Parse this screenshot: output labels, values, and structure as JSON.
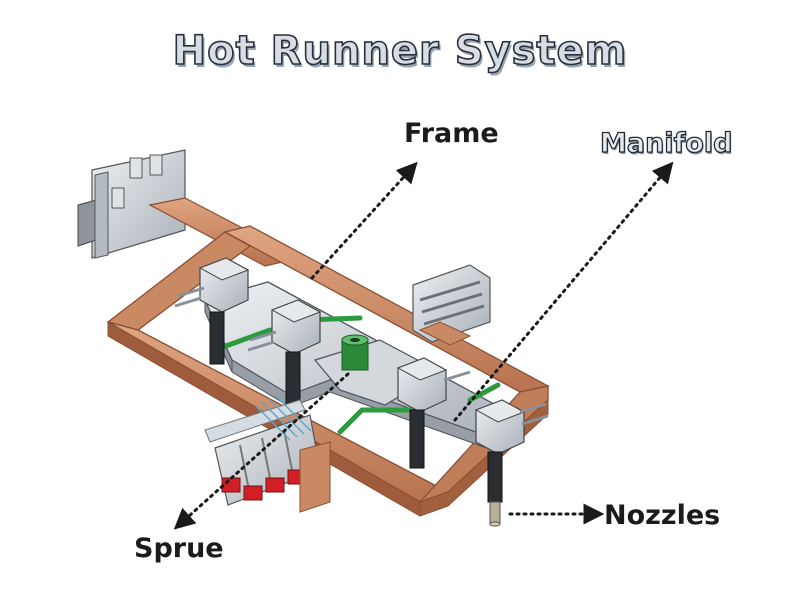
{
  "title": "Hot Runner System",
  "labels": {
    "frame": "Frame",
    "manifold": "Manifold",
    "nozzles": "Nozzles",
    "sprue": "Sprue"
  },
  "colors": {
    "frame_copper": "#c98a63",
    "frame_edge": "#8a4f33",
    "steel": "#c7ccd2",
    "green_tube": "#2e9a3e",
    "red_plug": "#d21f25",
    "arrow": "#1a1a1a"
  }
}
